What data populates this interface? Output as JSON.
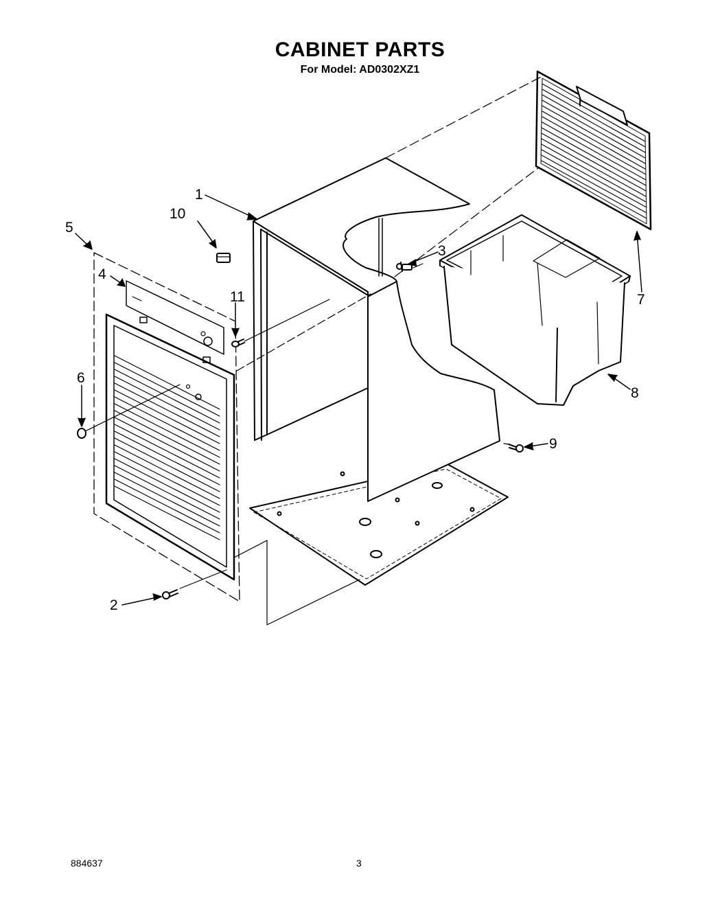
{
  "page": {
    "title": "CABINET PARTS",
    "subtitle": "For Model: AD0302XZ1",
    "doc_number": "884637",
    "page_number": "3"
  },
  "callouts": {
    "c1": "1",
    "c2": "2",
    "c3": "3",
    "c4": "4",
    "c5": "5",
    "c6": "6",
    "c7": "7",
    "c8": "8",
    "c9": "9",
    "c10": "10",
    "c11": "11"
  }
}
